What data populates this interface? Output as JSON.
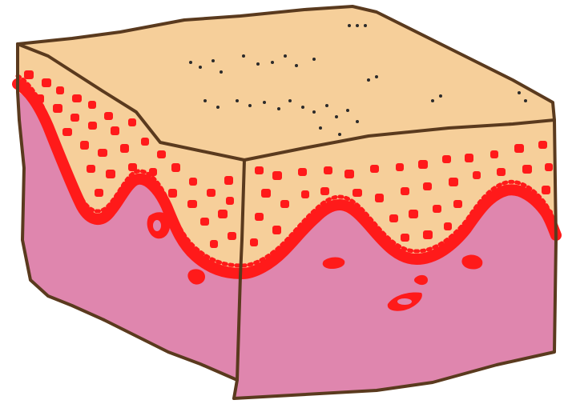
{
  "diagram": {
    "subject": "skin-tissue-block",
    "layers": [
      {
        "name": "epidermis-surface",
        "color": "#f6cf9a"
      },
      {
        "name": "basal-layer",
        "color": "#ff1a1a"
      },
      {
        "name": "dermis",
        "color": "#df86ae"
      }
    ],
    "outline_color": "#5a3a1e",
    "cell_color": "#ff1a1a",
    "surface_dot_color": "#2b2b2b"
  }
}
